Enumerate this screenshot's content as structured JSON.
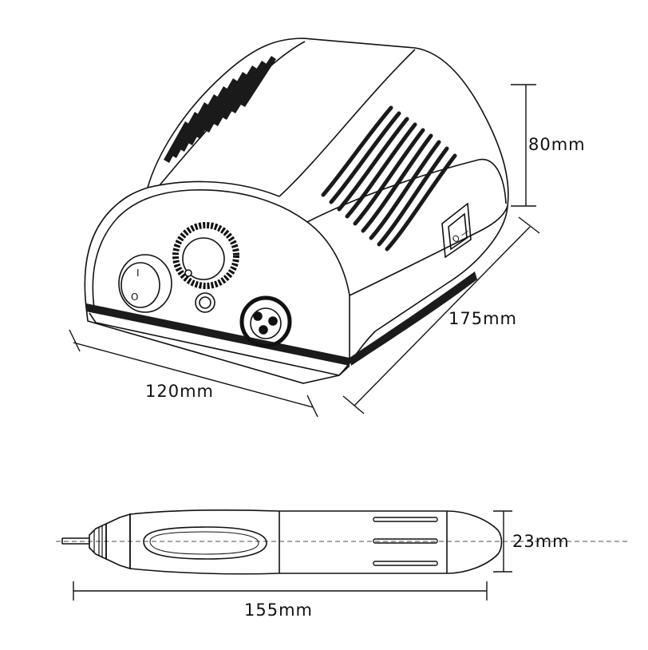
{
  "diagram": {
    "colors": {
      "line": "#111111",
      "background": "#ffffff",
      "vent_dark": "#1a1a1a",
      "base_band": "#1b1b1b"
    },
    "dimensions": {
      "height_label": "80mm",
      "depth_label": "175mm",
      "width_label": "120mm",
      "handpiece_diameter_label": "23mm",
      "handpiece_length_label": "155mm"
    },
    "control_box": {
      "power_switch_on_symbol": "I",
      "power_switch_off_symbol": "O",
      "side_switch_symbol": "O —"
    }
  }
}
